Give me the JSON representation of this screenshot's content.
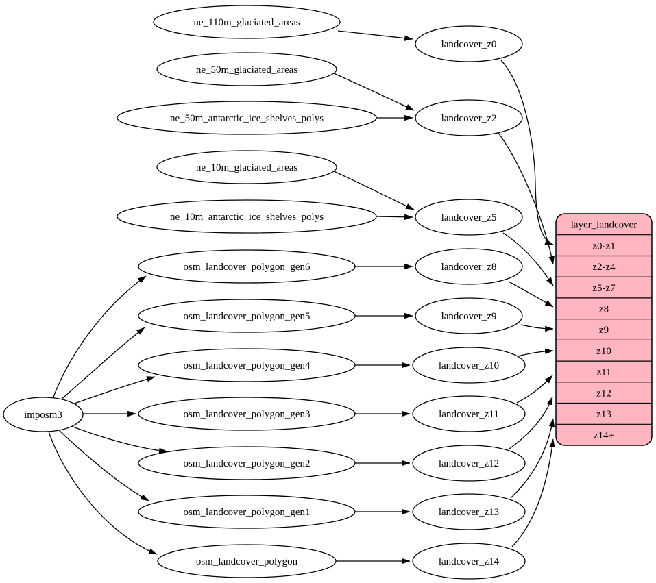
{
  "importer": {
    "label": "imposm3"
  },
  "sources": [
    {
      "label": "ne_110m_glaciated_areas"
    },
    {
      "label": "ne_50m_glaciated_areas"
    },
    {
      "label": "ne_50m_antarctic_ice_shelves_polys"
    },
    {
      "label": "ne_10m_glaciated_areas"
    },
    {
      "label": "ne_10m_antarctic_ice_shelves_polys"
    },
    {
      "label": "osm_landcover_polygon_gen6"
    },
    {
      "label": "osm_landcover_polygon_gen5"
    },
    {
      "label": "osm_landcover_polygon_gen4"
    },
    {
      "label": "osm_landcover_polygon_gen3"
    },
    {
      "label": "osm_landcover_polygon_gen2"
    },
    {
      "label": "osm_landcover_polygon_gen1"
    },
    {
      "label": "osm_landcover_polygon"
    }
  ],
  "transforms": [
    {
      "label": "landcover_z0"
    },
    {
      "label": "landcover_z2"
    },
    {
      "label": "landcover_z5"
    },
    {
      "label": "landcover_z8"
    },
    {
      "label": "landcover_z9"
    },
    {
      "label": "landcover_z10"
    },
    {
      "label": "landcover_z11"
    },
    {
      "label": "landcover_z12"
    },
    {
      "label": "landcover_z13"
    },
    {
      "label": "landcover_z14"
    }
  ],
  "layer_table": {
    "title": "layer_landcover",
    "rows": [
      "z0-z1",
      "z2-z4",
      "z5-z7",
      "z8",
      "z9",
      "z10",
      "z11",
      "z12",
      "z13",
      "z14+"
    ],
    "fill": "#ffb6c1",
    "stroke": "#000000"
  }
}
